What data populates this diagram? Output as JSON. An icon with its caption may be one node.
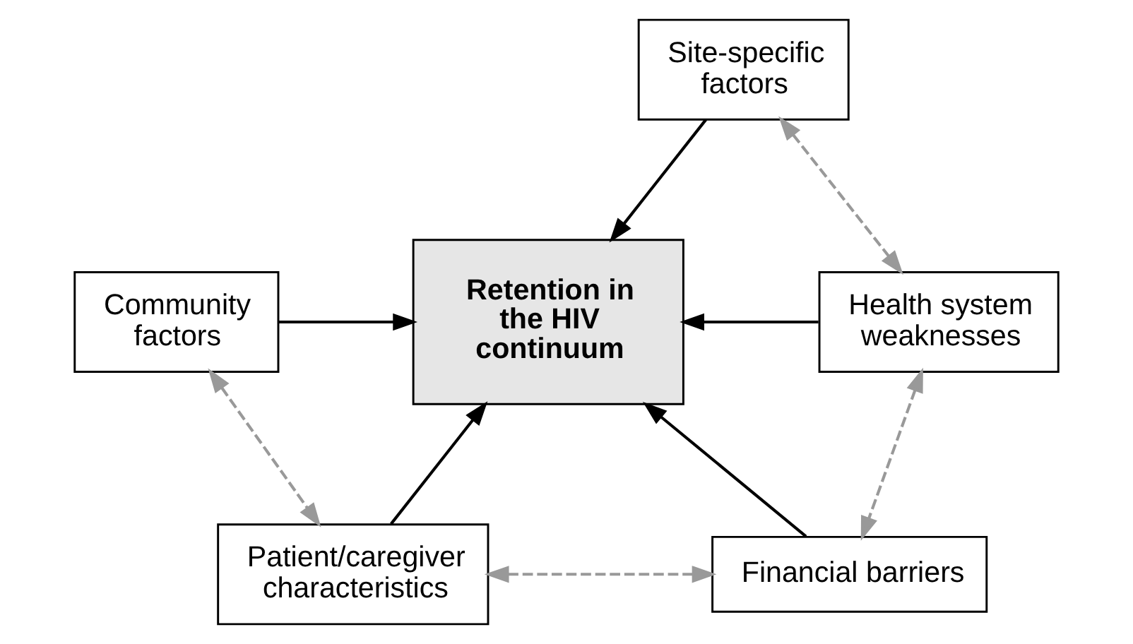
{
  "diagram": {
    "nodes": [
      {
        "text": [
          "Site-specific factors"
        ]
      },
      {
        "text": [
          "Community factors"
        ]
      },
      {
        "text": [
          "Health system weaknesses"
        ]
      },
      {
        "text": [
          "Retention in the HIV continuum"
        ]
      },
      {
        "text": [
          "Patient/caregiver characteristics"
        ]
      },
      {
        "text": [
          "Financial barriers"
        ]
      }
    ],
    "edges": [
      {
        "from": 0,
        "to": 3,
        "arrow": "to"
      },
      {
        "from": 1,
        "to": 3,
        "arrow": "to"
      },
      {
        "from": 2,
        "to": 3,
        "arrow": "to"
      },
      {
        "from": 4,
        "to": 3,
        "arrow": "to"
      },
      {
        "from": 5,
        "to": 3,
        "arrow": "to"
      },
      {
        "from": 0,
        "to": 2,
        "arrow": "both",
        "style": "dashed",
        "color": "#999999"
      },
      {
        "from": 1,
        "to": 4,
        "arrow": "both",
        "style": "dashed",
        "color": "#999999"
      },
      {
        "from": 2,
        "to": 5,
        "arrow": "both",
        "style": "dashed",
        "color": "#999999"
      },
      {
        "from": 4,
        "to": 5,
        "arrow": "both",
        "style": "dashed",
        "color": "#999999"
      }
    ]
  }
}
